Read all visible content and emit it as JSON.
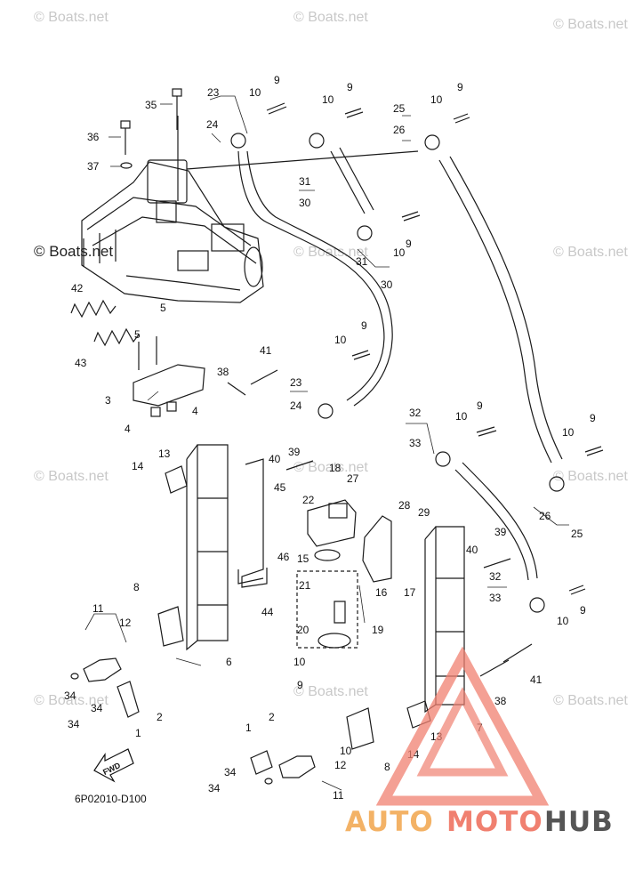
{
  "watermark": {
    "text": "© Boats.net"
  },
  "diagram": {
    "code": "6P02010-D100",
    "fwd_label": "FWD"
  },
  "logo": {
    "part1": "AUTO",
    "part2": "MOTO",
    "part3": "HUB",
    "colors": {
      "auto": "#f3b266",
      "moto": "#f08070",
      "hub": "#555555"
    }
  },
  "callouts": {
    "c1": "1",
    "c2": "2",
    "c3": "3",
    "c4": "4",
    "c5": "5",
    "c6": "6",
    "c7": "7",
    "c8": "8",
    "c9": "9",
    "c10": "10",
    "c11": "11",
    "c12": "12",
    "c13": "13",
    "c14": "14",
    "c15": "15",
    "c16": "16",
    "c17": "17",
    "c18": "18",
    "c19": "19",
    "c20": "20",
    "c21": "21",
    "c22": "22",
    "c23": "23",
    "c24": "24",
    "c25": "25",
    "c26": "26",
    "c27": "27",
    "c28": "28",
    "c29": "29",
    "c30": "30",
    "c31": "31",
    "c32": "32",
    "c33": "33",
    "c34": "34",
    "c35": "35",
    "c36": "36",
    "c37": "37",
    "c38": "38",
    "c39": "39",
    "c40": "40",
    "c41": "41",
    "c42": "42",
    "c43": "43",
    "c44": "44",
    "c45": "45",
    "c46": "46"
  }
}
